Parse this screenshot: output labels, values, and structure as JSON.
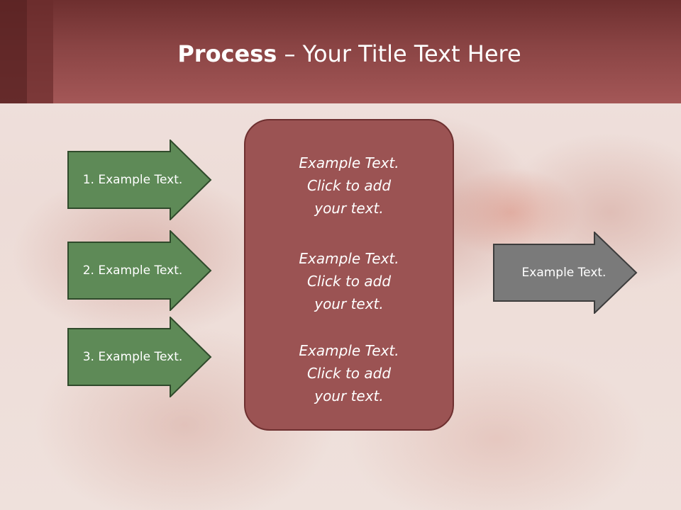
{
  "slide": {
    "title_bold": "Process",
    "title_rest": " – Your Title Text Here"
  },
  "steps": [
    {
      "label": "1. Example Text."
    },
    {
      "label": "2. Example Text."
    },
    {
      "label": "3. Example Text."
    }
  ],
  "center_box": {
    "blocks": [
      {
        "line1": "Example Text.",
        "line2": "Click  to add",
        "line3": "your text."
      },
      {
        "line1": "Example Text.",
        "line2": "Click  to add",
        "line3": "your text."
      },
      {
        "line1": "Example Text.",
        "line2": "Click  to add",
        "line3": "your text."
      }
    ]
  },
  "output_arrow": {
    "label": "Example Text."
  },
  "colors": {
    "header": "#8a4444",
    "step_arrow_fill": "#5e8a57",
    "center_box_fill": "#9b5353",
    "output_arrow_fill": "#7a7a7a"
  }
}
